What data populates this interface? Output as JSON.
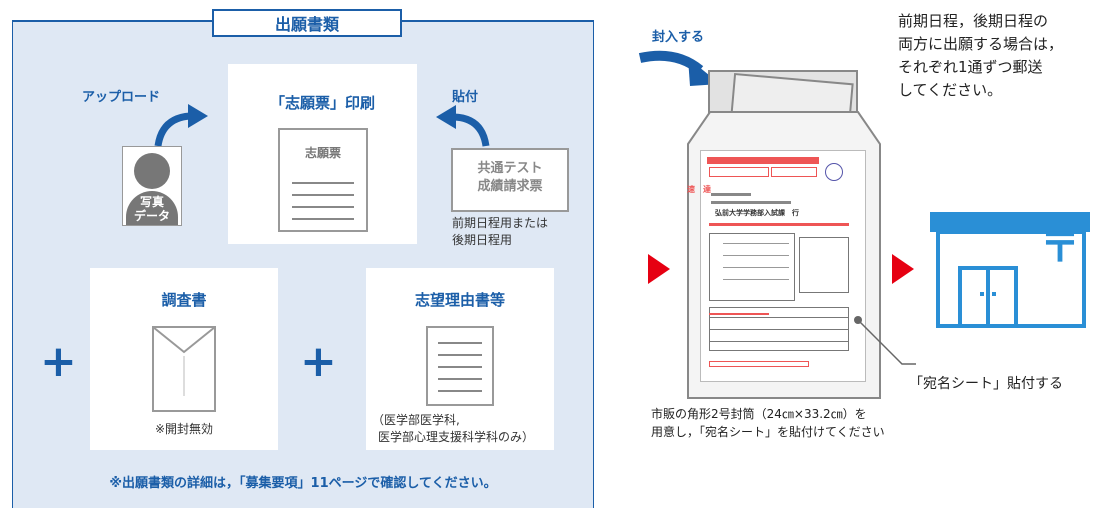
{
  "docs": {
    "title": "出願書類",
    "main_card_title": "「志願票」印刷",
    "form_label": "志願票",
    "upload_label": "アップロード",
    "photo_label_line1": "写真",
    "photo_label_line2": "データ",
    "paste_label": "貼付",
    "ticket_label_line1": "共通テスト",
    "ticket_label_line2": "成績請求票",
    "ticket_note_line1": "前期日程用または",
    "ticket_note_line2": "後期日程用",
    "report_title": "調査書",
    "report_note": "※開封無効",
    "reason_title": "志望理由書等",
    "reason_note_line1": "（医学部医学科,",
    "reason_note_line2": "医学部心理支援科学科のみ）",
    "footer_note": "※出願書類の詳細は，「募集要項」11ページで確認してください。"
  },
  "mail": {
    "enclose_label": "封入する",
    "instruction_lines": [
      "前期日程，後期日程の",
      "両方に出願する場合は，",
      "それぞれ1通ずつ郵送",
      "してください。"
    ],
    "sheet_callout": "「宛名シート」貼付する",
    "envelope_note_line1": "市販の角形2号封筒（24㎝×33.2㎝）を",
    "envelope_note_line2": "用意し，「宛名シート」を貼付けてください",
    "sheet_heading": "速　達",
    "sheet_addressee": "弘前大学学務部入試課　行"
  },
  "post_office": {
    "sign": "〒"
  },
  "colors": {
    "accent": "#1b5ea8",
    "panel_bg": "#dfe8f4",
    "arrow_red": "#e60012",
    "post_blue": "#2a8fd6"
  }
}
